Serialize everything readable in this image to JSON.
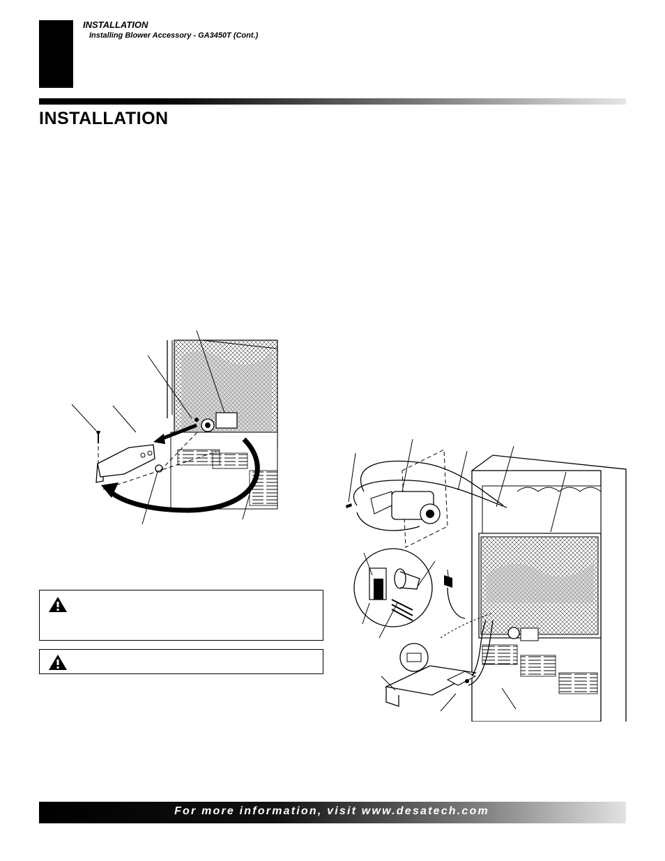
{
  "header": {
    "section": "INSTALLATION",
    "subsection": "Installing Blower Accessory - GA3450T (Cont.)"
  },
  "page": {
    "title": "INSTALLATION"
  },
  "figures": [
    {
      "name": "control-bracket-removal-figure",
      "icon": "fireplace-control-bracket-illustration"
    },
    {
      "name": "blower-wiring-figure",
      "icon": "blower-wiring-illustration"
    }
  ],
  "warnings": [
    {
      "icon": "warning-triangle-icon"
    },
    {
      "icon": "warning-triangle-icon"
    }
  ],
  "footer": {
    "text": "For more information, visit www.desatech.com"
  },
  "colors": {
    "ink": "#000000",
    "paper": "#ffffff"
  }
}
